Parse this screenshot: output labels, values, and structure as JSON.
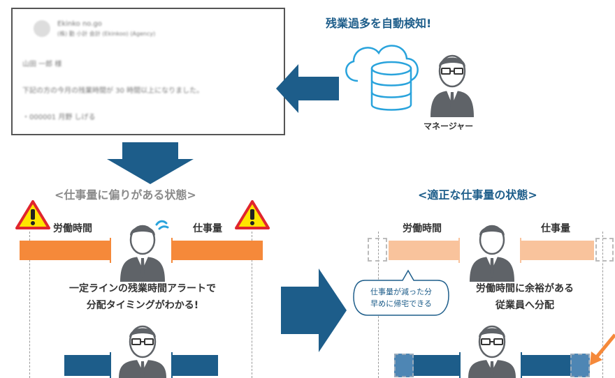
{
  "email": {
    "sender": "Ekinko no.go",
    "sender_sub": "(株) 勤 小計 会計 (Ekinkoo) (Agency)",
    "greeting": "山田 一郎 様",
    "message": "下記の方の今月の残業時間が 30 時間以上になりました。",
    "item": "・000001 月野 しげる"
  },
  "top": {
    "title": "残業過多を自動検知!",
    "manager_label": "マネージャー"
  },
  "left": {
    "title": "<仕事量に偏りがある状態>",
    "labor_label": "労働時間",
    "work_label": "仕事量",
    "caption_line1": "一定ラインの残業時間アラートで",
    "caption_line2": "分配タイミングがわかる!"
  },
  "right": {
    "title": "<適正な仕事量の状態>",
    "labor_label": "労働時間",
    "work_label": "仕事量",
    "bubble_line1": "仕事量が減った分",
    "bubble_line2": "早めに帰宅できる",
    "caption_line1": "労働時間に余裕がある",
    "caption_line2": "従業員へ分配"
  },
  "colors": {
    "navy": "#1d5d8a",
    "orange": "#f5893a",
    "light_orange": "#f9c39c",
    "light_blue": "#4e86b4",
    "gray_person": "#5f6368",
    "cloud_blue": "#29a3dc",
    "warning_red": "#e0252e",
    "warning_yellow": "#ffe500"
  },
  "icons": [
    "warning-icon",
    "cloud-database-icon",
    "person-icon",
    "arrow-left-icon",
    "arrow-down-icon",
    "arrow-right-icon",
    "sweat-drop-icon"
  ]
}
